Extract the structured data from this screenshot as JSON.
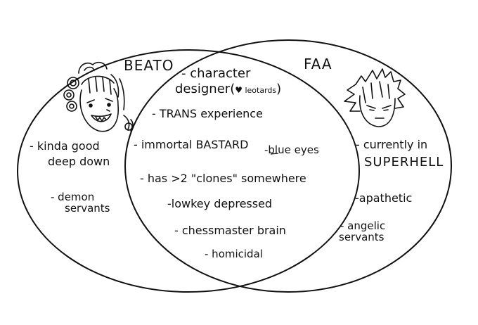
{
  "labels": {
    "left": "BEATO",
    "right": "FAA"
  },
  "left_only": [
    "- kinda good",
    "deep down",
    "- demon",
    "servants"
  ],
  "right_only": [
    "- currently in",
    "SUPERHELL",
    "-apathetic",
    "- angelic",
    "servants"
  ],
  "shared": {
    "character_line1": "- character",
    "character_line2a": "designer(",
    "heart": "♥",
    "character_line2b": " leotards",
    "character_line2c": ")",
    "trans": "- TRANS experience",
    "immortal": "- immortal BASTARD",
    "blue_eyes": "-blue eyes",
    "clones": "- has >2 \"clones\" somewhere",
    "depressed": "-lowkey depressed",
    "chessmaster": "- chessmaster brain",
    "homicidal": "- homicidal"
  },
  "colors": {
    "ink": "#111111",
    "background": "#ffffff"
  }
}
